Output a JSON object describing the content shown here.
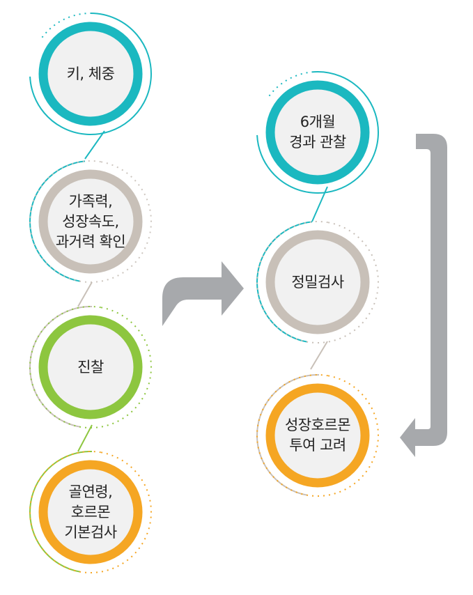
{
  "left_steps": [
    {
      "text": "키, 체중",
      "color": "#1BB8C0"
    },
    {
      "text": "가족력,\n성장속도,\n과거력 확인",
      "color": "#C8C0B8"
    },
    {
      "text": "진찰",
      "color": "#8DC63F"
    },
    {
      "text": "골연령,\n호르몬\n기본검사",
      "color": "#F5A623"
    }
  ],
  "right_steps": [
    {
      "text": "6개월\n경과 관찰",
      "color": "#1BB8C0"
    },
    {
      "text": "정밀검사",
      "color": "#C8C0B8"
    },
    {
      "text": "성장호르몬\n투여 고려",
      "color": "#F5A623"
    }
  ],
  "colors": {
    "teal": "#1BB8C0",
    "taupe": "#C8C0B8",
    "green": "#8DC63F",
    "orange": "#F5A623",
    "arrow_gray": "#A7A9AC",
    "inner_fill": "#F1F1F1"
  }
}
